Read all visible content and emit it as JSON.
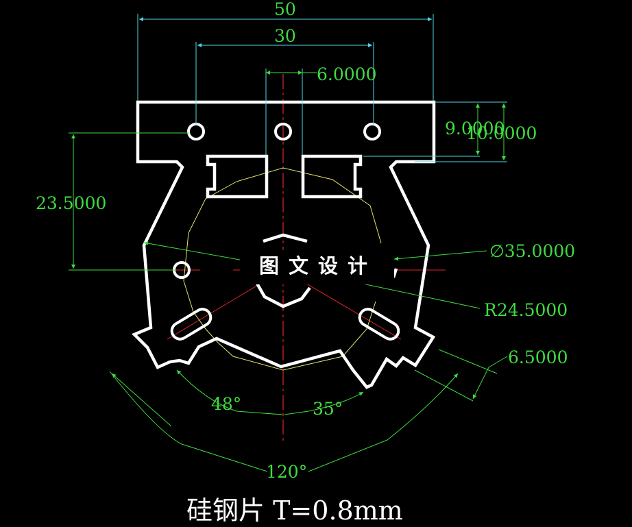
{
  "dimensions": {
    "overall_width": "50",
    "hole_spacing": "30",
    "slot_gap": "6.0000",
    "top_height_a": "9.0000",
    "top_height_b": "10.0000",
    "hole_vertical": "23.5000",
    "bore_diameter": "∅35.0000",
    "arc_radius": "R24.5000",
    "slot_width": "6.5000",
    "angle_left": "48°",
    "angle_right": "35°",
    "angle_total": "120°"
  },
  "watermark": "图文设计",
  "caption": "硅钢片  T=0.8mm",
  "colors": {
    "background": "#000000",
    "part_outline": "#ffffff",
    "dimension_text": "#3fdc3f",
    "extension_lines": "#4fd7e6",
    "center_lines": "#e0242a",
    "construction": "#e6e36e"
  }
}
